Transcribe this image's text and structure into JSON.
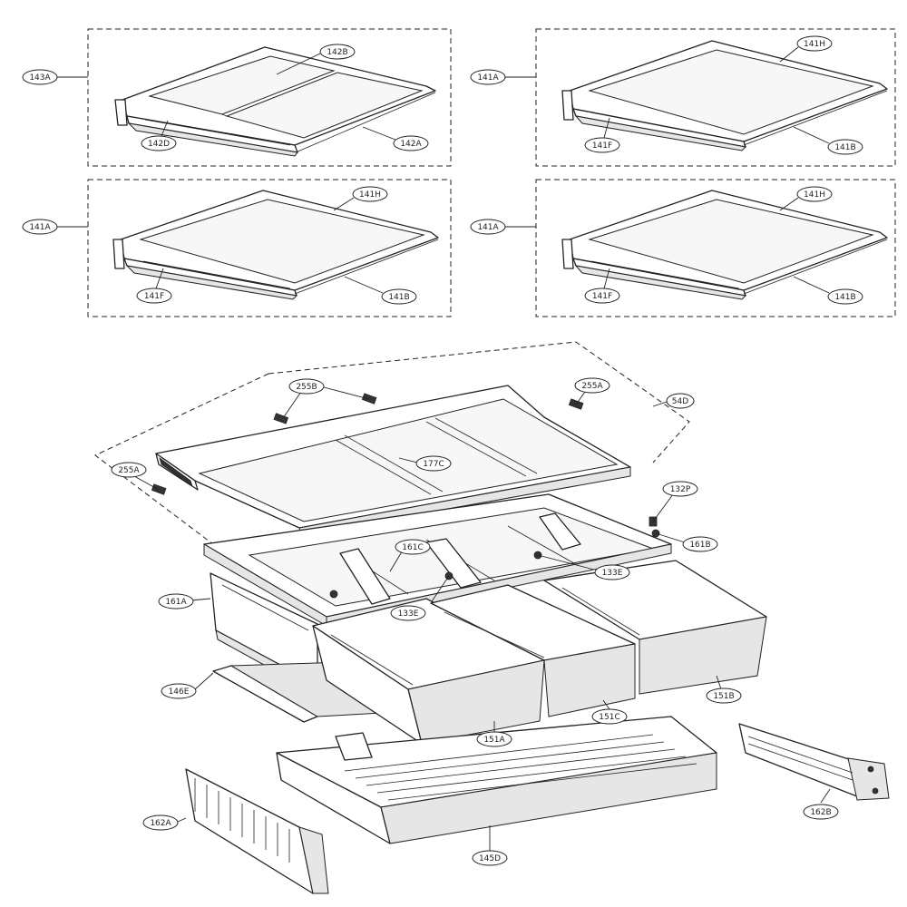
{
  "labels": {
    "l143A": "143A",
    "l142B": "142B",
    "l142D": "142D",
    "l142A": "142A",
    "l141A_1": "141A",
    "l141H_1": "141H",
    "l141F_1": "141F",
    "l141B_1": "141B",
    "l141A_2": "141A",
    "l141H_2": "141H",
    "l141F_2": "141F",
    "l141B_2": "141B",
    "l141A_3": "141A",
    "l141H_3": "141H",
    "l141F_3": "141F",
    "l141B_3": "141B",
    "l255B": "255B",
    "l255A_1": "255A",
    "l54D": "54D",
    "l255A_2": "255A",
    "l177C": "177C",
    "l132P": "132P",
    "l161C": "161C",
    "l161B": "161B",
    "l133E_1": "133E",
    "l161A": "161A",
    "l133E_2": "133E",
    "l146E": "146E",
    "l151C": "151C",
    "l151B": "151B",
    "l151A": "151A",
    "l162A": "162A",
    "l162B": "162B",
    "l145D": "145D"
  }
}
